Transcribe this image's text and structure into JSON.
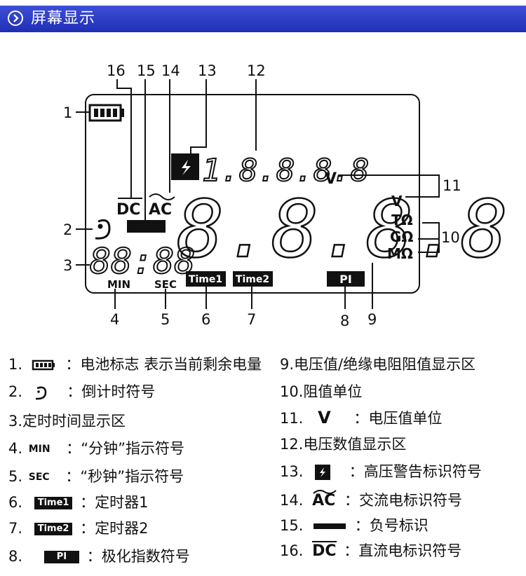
{
  "header": {
    "title": "屏幕显示"
  },
  "display": {
    "callouts": [
      "1",
      "2",
      "3",
      "4",
      "5",
      "6",
      "7",
      "8",
      "9",
      "10",
      "11",
      "12",
      "13",
      "14",
      "15",
      "16"
    ],
    "main_digits": "8.8.8.8",
    "voltage_digits": "1.8.8.8.8",
    "voltage_unit": "V",
    "timer_digits": "88:88",
    "dc": "DC",
    "ac": "AC",
    "min": "MIN",
    "sec": "SEC",
    "time1": "Time1",
    "time2": "Time2",
    "pi": "PI",
    "units": [
      "V",
      "TΩ",
      "GΩ",
      "MΩ"
    ]
  },
  "legend": [
    {
      "num": "1.",
      "text": "：电池标志 表示当前剩余电量"
    },
    {
      "num": "2.",
      "text": "：倒计时符号"
    },
    {
      "num": "3.",
      "text": "定时时间显示区"
    },
    {
      "num": "4.",
      "icon": "MIN",
      "text": "：“分钟”指示符号"
    },
    {
      "num": "5.",
      "icon": "SEC",
      "text": "：“秒钟”指示符号"
    },
    {
      "num": "6.",
      "icon": "Time1",
      "text": "：定时器1"
    },
    {
      "num": "7.",
      "icon": "Time2",
      "text": "：定时器2"
    },
    {
      "num": "8.",
      "icon": "PI",
      "text": "：极化指数符号"
    },
    {
      "num": "9.",
      "text": "电压值/绝缘电阻阻值显示区"
    },
    {
      "num": "10.",
      "text": "阻值单位"
    },
    {
      "num": "11.",
      "icon": "V",
      "text": "：电压值单位"
    },
    {
      "num": "12.",
      "text": "电压数值显示区"
    },
    {
      "num": "13.",
      "text": "：高压警告标识符号"
    },
    {
      "num": "14.",
      "icon": "AC",
      "text": "：交流电标识符号"
    },
    {
      "num": "15.",
      "text": "：负号标识"
    },
    {
      "num": "16.",
      "icon": "DC",
      "text": "：直流电标识符号"
    }
  ]
}
